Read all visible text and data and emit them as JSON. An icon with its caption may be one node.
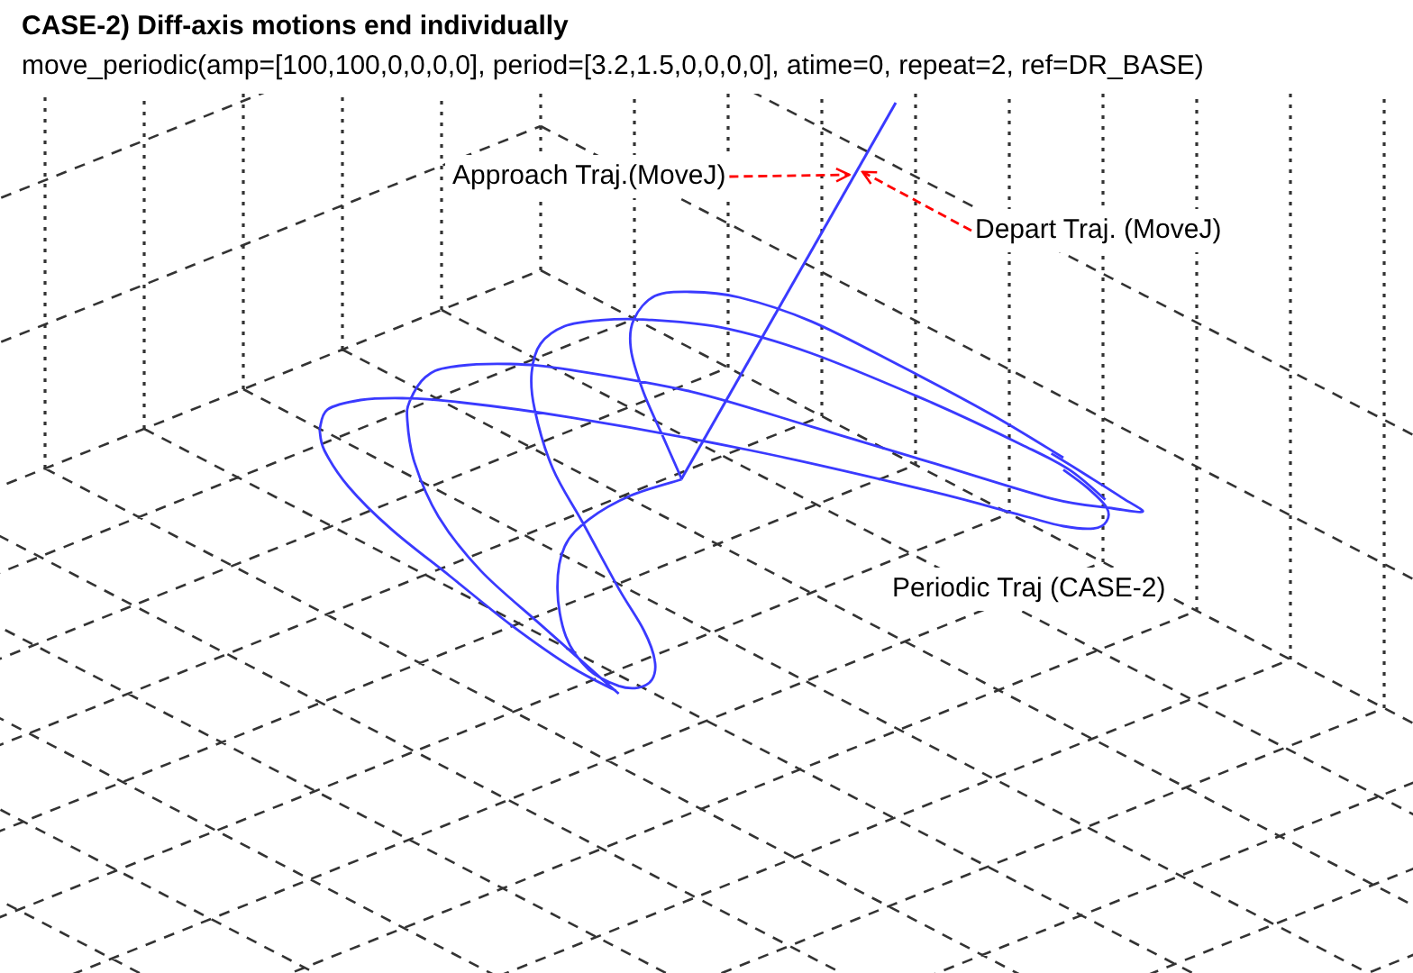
{
  "diagram": {
    "title": "CASE-2) Diff-axis motions end individually",
    "nodes": [
      {
        "text": [
          "Approach Traj.(MoveJ)"
        ]
      },
      {
        "text": [
          "Depart Traj. (MoveJ)"
        ]
      },
      {
        "text": [],
        "shape": "line"
      }
    ],
    "edges": [
      {
        "from": 0,
        "to": 2,
        "arrow": "to",
        "style": "dashed",
        "color": "#ff0000"
      },
      {
        "from": 1,
        "to": 2,
        "arrow": "to",
        "style": "dashed",
        "color": "#ff0000"
      }
    ],
    "labels": [
      "move_periodic(amp=[100,100,0,0,0,0], period=[3.2,1.5,0,0,0,0], atime=0, repeat=2, ref=DR_BASE)",
      "Periodic Traj (CASE-2)"
    ]
  }
}
